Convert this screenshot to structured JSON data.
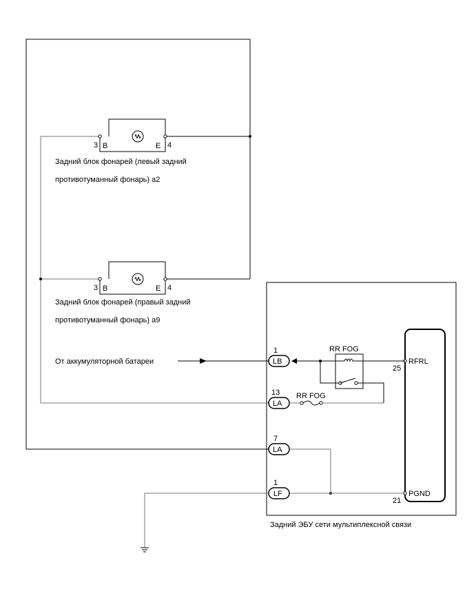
{
  "lamp_left": {
    "pin_b": "3",
    "pin_e": "4",
    "term_b": "B",
    "term_e": "E",
    "caption_line1": "Задний блок фонарей (левый задний",
    "caption_line2": "противотуманный фонарь) a2"
  },
  "lamp_right": {
    "pin_b": "3",
    "pin_e": "4",
    "term_b": "B",
    "term_e": "E",
    "caption_line1": "Задний блок фонарей (правый задний",
    "caption_line2": "противотуманный фонарь) a9"
  },
  "battery_label": "От аккумуляторной батареи",
  "connectors": [
    {
      "pin": "1",
      "name": "LB"
    },
    {
      "pin": "13",
      "name": "LA"
    },
    {
      "pin": "7",
      "name": "LA"
    },
    {
      "pin": "1",
      "name": "LF"
    }
  ],
  "relay": {
    "label": "RR FOG"
  },
  "fuse": {
    "label": "RR FOG"
  },
  "ecu": {
    "caption": "Задний ЭБУ сети мультиплексной связи",
    "pin_rfrl_num": "25",
    "pin_rfrl_name": "RFRL",
    "pin_pgnd_num": "21",
    "pin_pgnd_name": "PGND"
  }
}
